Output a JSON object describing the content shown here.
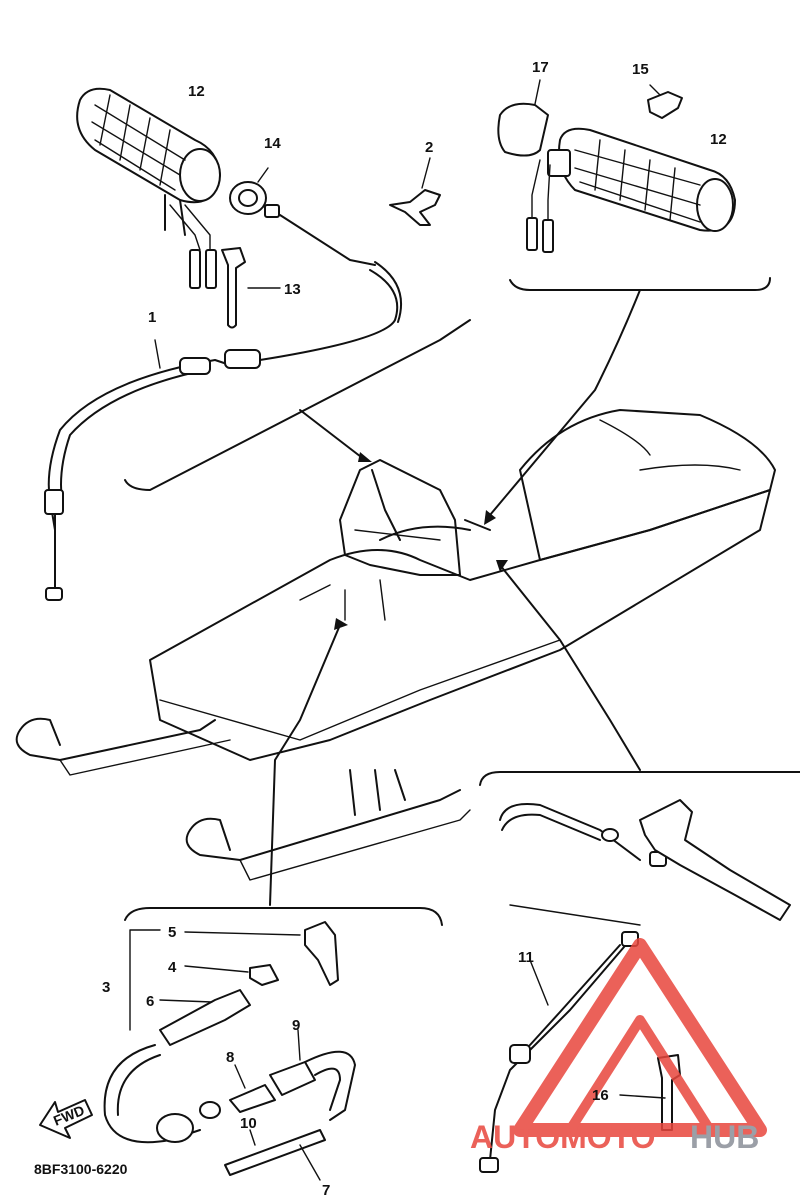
{
  "labels": {
    "l1": "1",
    "l2": "2",
    "l3": "3",
    "l4": "4",
    "l5": "5",
    "l6": "6",
    "l7": "7",
    "l8": "8",
    "l9": "9",
    "l10": "10",
    "l11": "11",
    "l12a": "12",
    "l12b": "12",
    "l13": "13",
    "l14": "14",
    "l15": "15",
    "l16": "16",
    "l17": "17"
  },
  "diagram_code": "8BF3100-6220",
  "fwd_label": "FWD",
  "watermark": {
    "brand_part1": "AUTOMOTO",
    "brand_part2": "HUB",
    "color_primary": "#e8463d",
    "color_secondary": "#8a8f98"
  }
}
